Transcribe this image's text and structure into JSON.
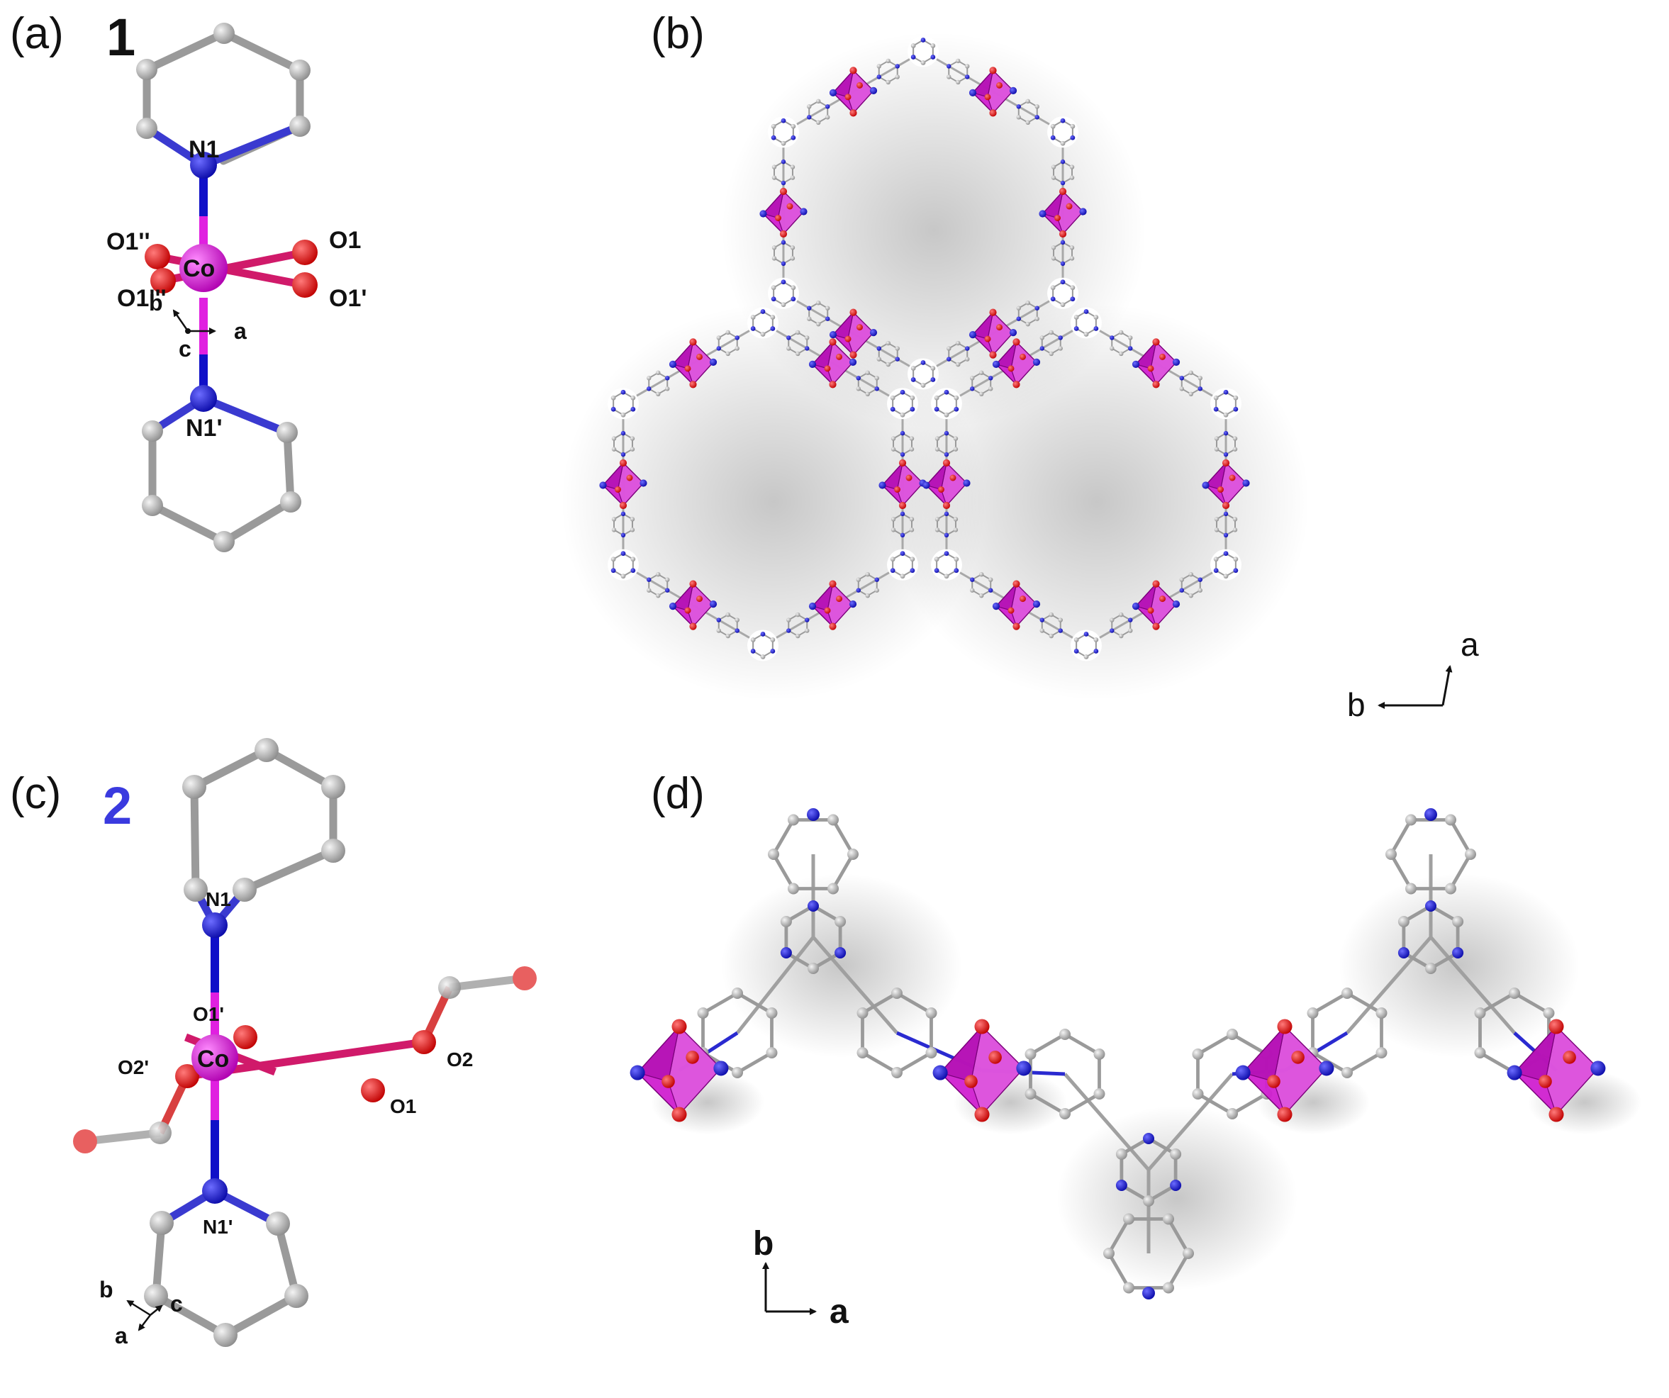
{
  "panels": {
    "a": {
      "label": "(a)",
      "compound": "1",
      "atoms": {
        "N1": "N1",
        "N1p": "N1'",
        "O1": "O1",
        "O1p": "O1'",
        "O1pp": "O1''",
        "O1ppp": "O1'''",
        "Co": "Co"
      },
      "axes": {
        "a": "a",
        "b": "b",
        "c": "c"
      }
    },
    "b": {
      "label": "(b)",
      "axes": {
        "a": "a",
        "b": "b"
      }
    },
    "c": {
      "label": "(c)",
      "compound": "2",
      "atoms": {
        "N1": "N1",
        "N1p": "N1'",
        "O1": "O1",
        "O1p": "O1'",
        "O2": "O2",
        "O2p": "O2'",
        "Co": "Co"
      },
      "axes": {
        "a": "a",
        "b": "b",
        "c": "c"
      }
    },
    "d": {
      "label": "(d)",
      "axes": {
        "a": "a",
        "b": "b"
      }
    }
  },
  "colors": {
    "cobalt": "#d916d9",
    "nitrogen": "#1010c8",
    "oxygen": "#e01010",
    "carbon": "#a0a0a0",
    "compound2": "#3a3adf",
    "polyhedron": "#d020d0"
  }
}
